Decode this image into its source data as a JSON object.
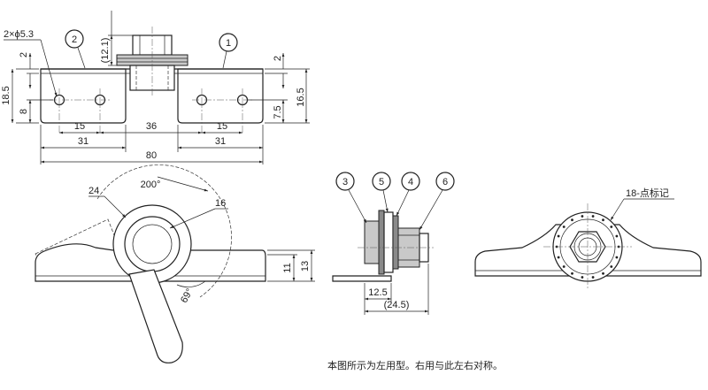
{
  "top_view": {
    "dims": {
      "hole_spec": "2×ϕ5.3",
      "left_2": "2",
      "left_18_5": "18.5",
      "left_8": "8",
      "stud_12_1": "(12.1)",
      "right_2": "2",
      "right_7_5": "7.5",
      "right_16_5": "16.5",
      "pitch_15_left": "15",
      "gap_36": "36",
      "pitch_15_right": "15",
      "seg_31_left": "31",
      "seg_31_right": "31",
      "total_80": "80"
    },
    "balloons": {
      "b1": "1",
      "b2": "2"
    }
  },
  "front_view": {
    "dims": {
      "angle_200": "200°",
      "r_24": "24",
      "r_16": "16",
      "h_11": "11",
      "h_13": "13",
      "angle_69": "69°"
    }
  },
  "side_view": {
    "balloons": {
      "b3": "3",
      "b4": "4",
      "b5": "5",
      "b6": "6"
    },
    "dims": {
      "len_12_5": "12.5",
      "len_24_5": "(24.5)"
    }
  },
  "marker_view": {
    "note": "18-点标记"
  },
  "caption": "本图所示为左用型。右用与此左右对称。"
}
